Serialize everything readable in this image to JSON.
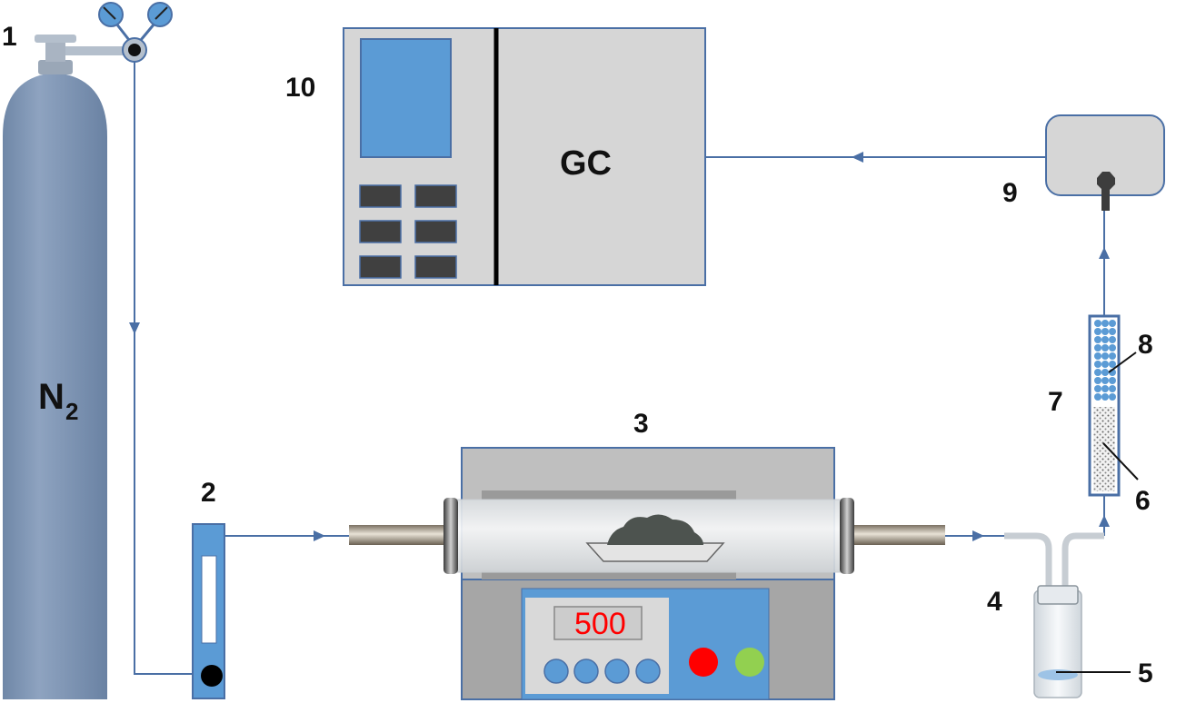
{
  "labels": {
    "cylinder": "1",
    "flowmeter": "2",
    "furnace": "3",
    "bottle": "4",
    "liquid": "5",
    "packing_lower": "6",
    "column": "7",
    "packing_upper": "8",
    "bag": "9",
    "gc_unit": "10"
  },
  "gas": {
    "formula": "N",
    "subscript": "2"
  },
  "gc": {
    "label": "GC"
  },
  "furnace_display": {
    "value": "500"
  },
  "colors": {
    "pipe": "#4a6fa5",
    "cylinder": "#8096b4",
    "gc_body": "#d6d6d6",
    "accent_blue": "#5b9bd5",
    "dark_button": "#4a4a4a",
    "indicator_red": "#ff0000",
    "indicator_green": "#92d050"
  }
}
